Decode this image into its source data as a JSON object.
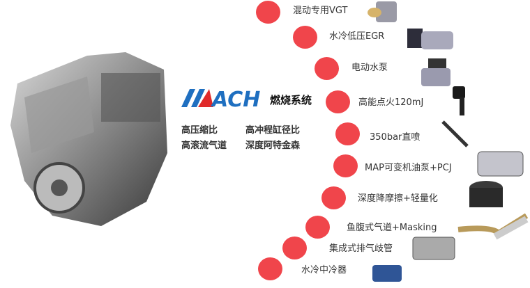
{
  "logo": {
    "text": "MACH",
    "system": "燃烧系统"
  },
  "features": [
    "高压缩比",
    "高冲程缸径比",
    "高滚流气道",
    "深度阿特金森"
  ],
  "items": [
    {
      "label": "混动专用VGT"
    },
    {
      "label": "水冷低压EGR"
    },
    {
      "label": "电动水泵"
    },
    {
      "label": "高能点火120mJ"
    },
    {
      "label": "350bar直喷"
    },
    {
      "label": "MAP可变机油泵+PCJ"
    },
    {
      "label": "深度降摩擦+轻量化"
    },
    {
      "label": "鱼腹式气道+Masking"
    },
    {
      "label": "集成式排气歧管"
    },
    {
      "label": "水冷中冷器"
    }
  ],
  "colors": {
    "dot": "#f0454b",
    "logo_blue": "#1f6fc0",
    "logo_red": "#e02a2a"
  }
}
